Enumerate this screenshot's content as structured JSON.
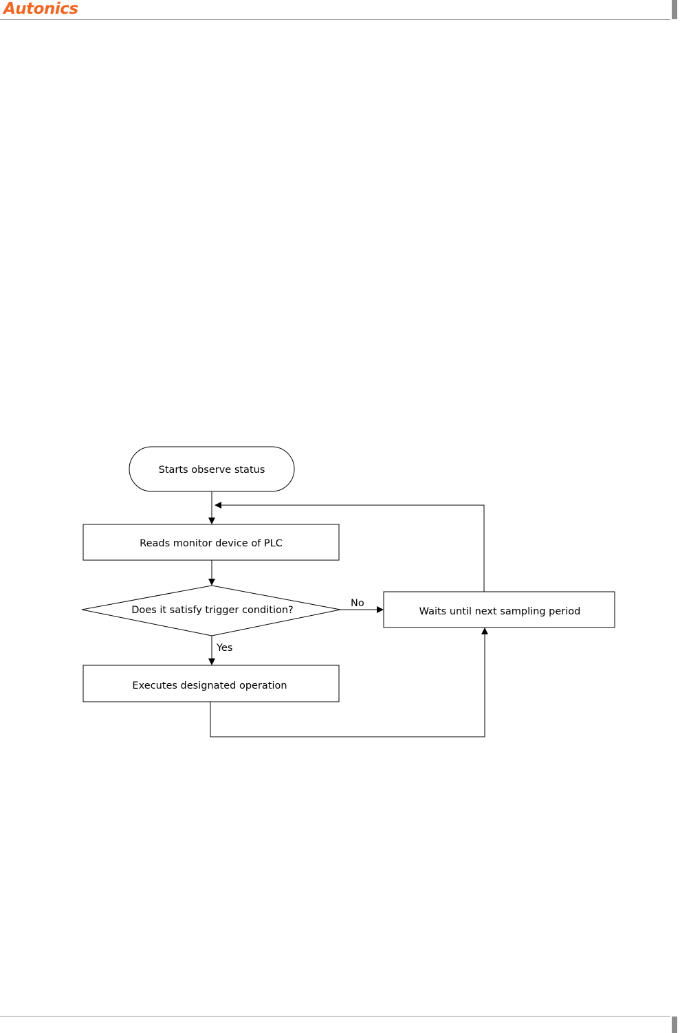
{
  "header": {
    "logo_text": "Autonics",
    "logo_color": "#f26522"
  },
  "flowchart": {
    "nodes": {
      "start": "Starts observe status",
      "read": "Reads monitor device of PLC",
      "decision": "Does it satisfy trigger condition?",
      "wait": "Waits until next sampling period",
      "execute": "Executes designated operation"
    },
    "edge_labels": {
      "no": "No",
      "yes": "Yes"
    }
  }
}
